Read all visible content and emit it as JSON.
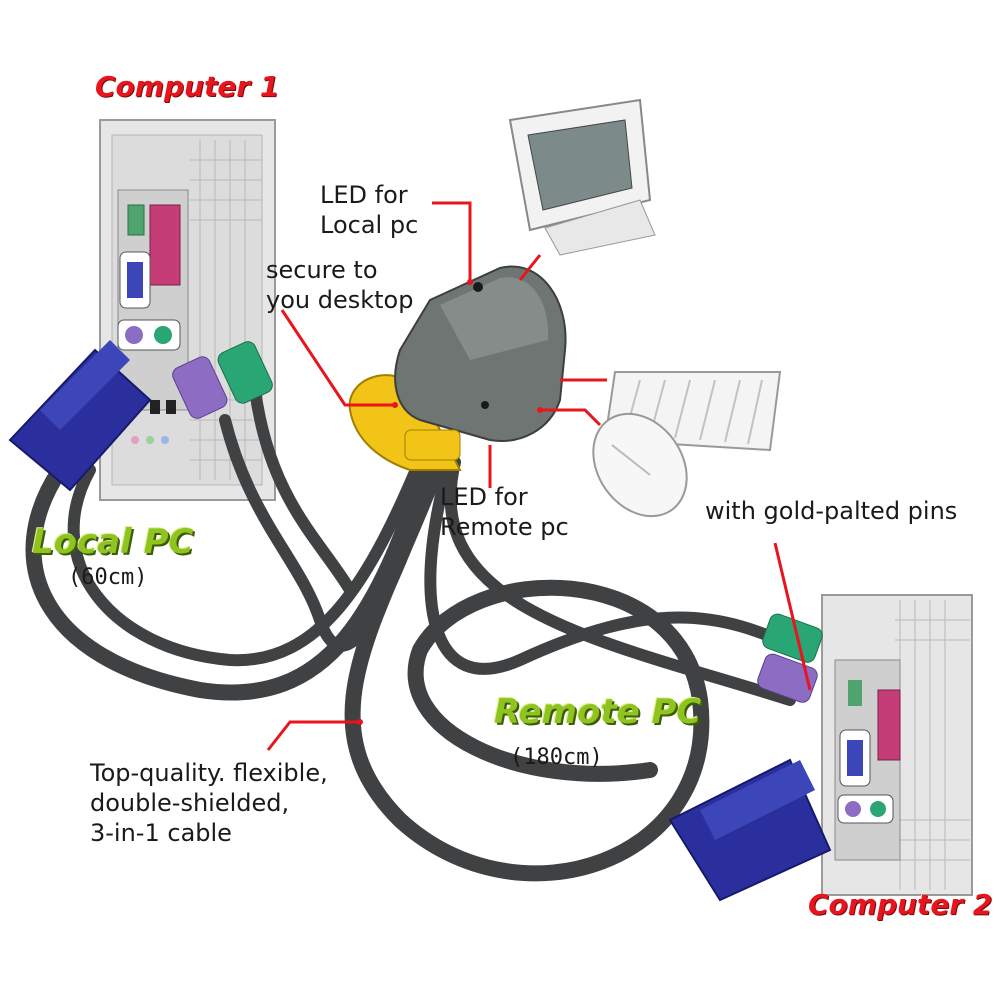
{
  "titles": {
    "computer1": "Computer 1",
    "computer2": "Computer 2",
    "local_pc": "Local PC",
    "remote_pc": "Remote PC"
  },
  "lengths": {
    "local": "(60cm)",
    "remote": "(180cm)"
  },
  "callouts": {
    "led_local": "LED for\nLocal pc",
    "secure": "secure to\nyou desktop",
    "led_remote": "LED for\nRemote pc",
    "gold_pins": "with gold-palted pins",
    "cable": "Top-quality. flexible,\ndouble-shielded,\n3-in-1 cable"
  },
  "colors": {
    "title_red": "#e8141e",
    "title_green": "#8fc31f",
    "leader_line": "#e8141e",
    "cable": "#3f4143",
    "vga_connector": "#2b2f9e",
    "ps2_green": "#2aa574",
    "ps2_purple": "#8d6cc4",
    "kvm_body": "#6f7573",
    "kvm_clip": "#f2c418"
  }
}
